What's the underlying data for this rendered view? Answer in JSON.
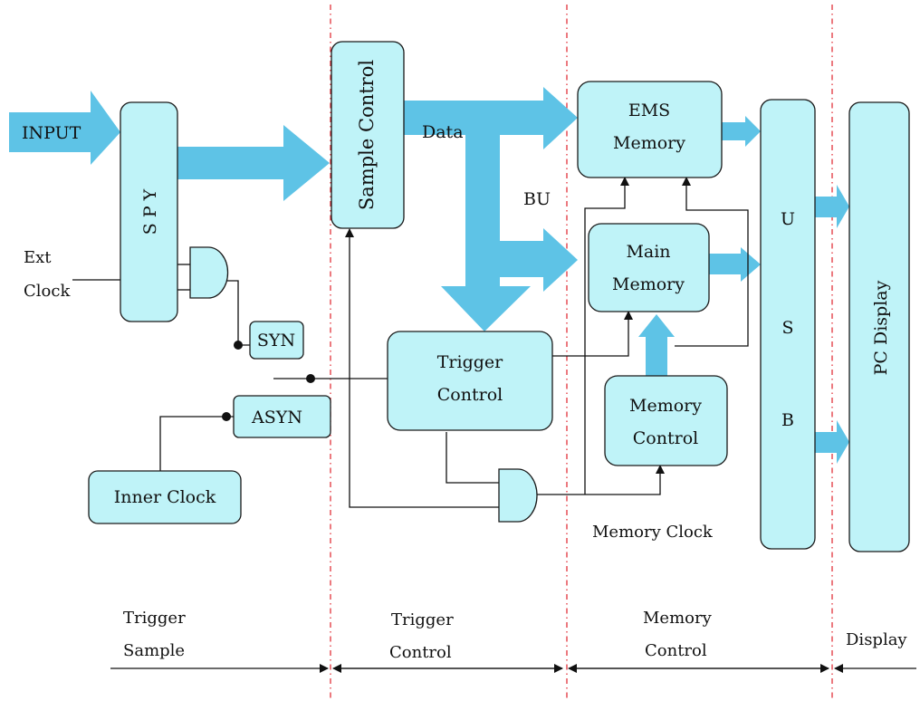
{
  "blocks": {
    "spy": "S P Y",
    "sample_control": "Sample Control",
    "syn": "SYN",
    "asyn": "ASYN",
    "inner_clock": "Inner Clock",
    "trigger_control": [
      "Trigger",
      "Control"
    ],
    "ems_memory": [
      "EMS",
      "Memory"
    ],
    "main_memory": [
      "Main",
      "Memory"
    ],
    "memory_control": [
      "Memory",
      "Control"
    ],
    "usb": [
      "U",
      "S",
      "B"
    ],
    "pc_display": "PC Display"
  },
  "labels": {
    "input": "INPUT",
    "data": "Data",
    "bu": "BU",
    "ext_clock": [
      "Ext",
      "Clock"
    ],
    "memory_clock": "Memory Clock"
  },
  "sections": [
    [
      "Trigger",
      "Sample"
    ],
    [
      "Trigger",
      "Control"
    ],
    [
      "Memory",
      "Control"
    ],
    [
      "Display"
    ]
  ],
  "colors": {
    "block_fill": "#bff3f8",
    "bus_arrow": "#5ec3e6",
    "divider": "#e0222b"
  }
}
